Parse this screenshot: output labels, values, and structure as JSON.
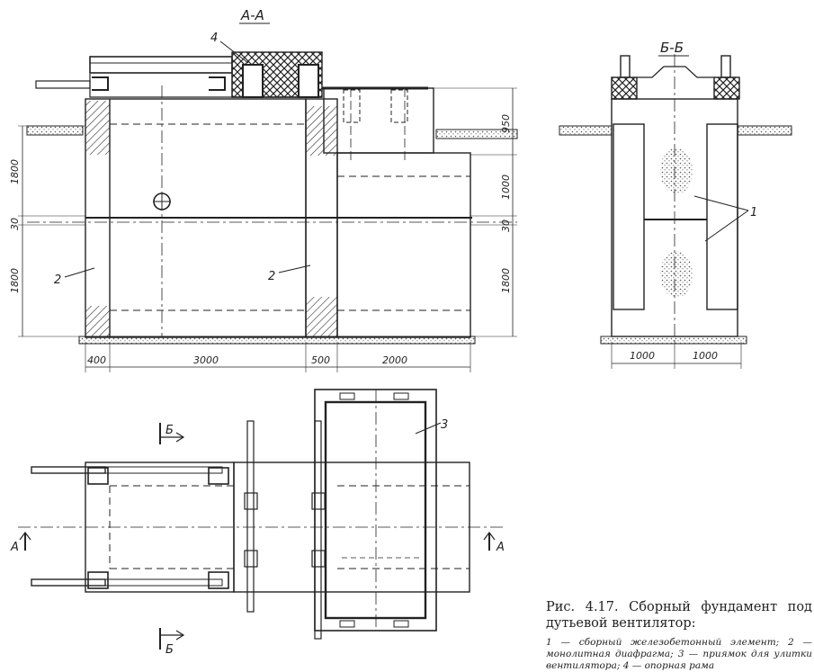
{
  "sections": {
    "aa": "А-А",
    "bb": "Б-Б"
  },
  "callouts": {
    "c1": "1",
    "c2a": "2",
    "c2b": "2",
    "c3": "3",
    "c4": "4"
  },
  "dimensions": {
    "h_left_top": "1800",
    "h_left_mid": "30",
    "h_left_bot": "1800",
    "h_right_top": "950",
    "h_right_upper": "1000",
    "h_right_mid": "30",
    "h_right_bot": "1800",
    "w_400": "400",
    "w_3000": "3000",
    "w_500": "500",
    "w_2000": "2000",
    "bb_w_left": "1000",
    "bb_w_right": "1000"
  },
  "plan_marks": {
    "a_left": "А",
    "a_right": "А",
    "b_top": "Б",
    "b_bottom": "Б"
  },
  "caption": {
    "title": "Рис. 4.17. Сборный фундамент под дутьевой вентилятор:",
    "legend": "1 — сборный железобетонный элемент; 2 — монолитная диафрагма; 3 — приямок для улитки вентилятора; 4 — опорная рама"
  }
}
